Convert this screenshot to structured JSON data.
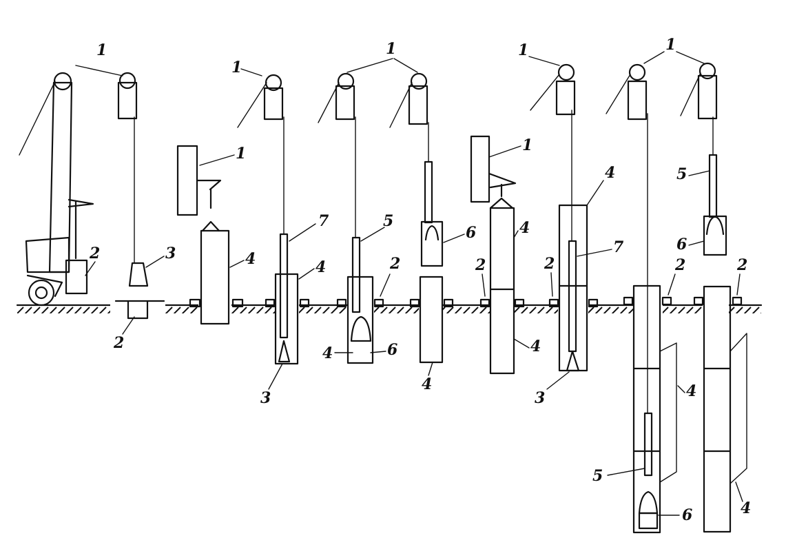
{
  "labels": {
    "crane": "1",
    "guide_frame": "2",
    "grab": "3",
    "casing": "4",
    "rod": "5",
    "bucket": "6",
    "pipe": "7"
  },
  "colors": {
    "ink": "#111111",
    "paper": "#ffffff"
  }
}
